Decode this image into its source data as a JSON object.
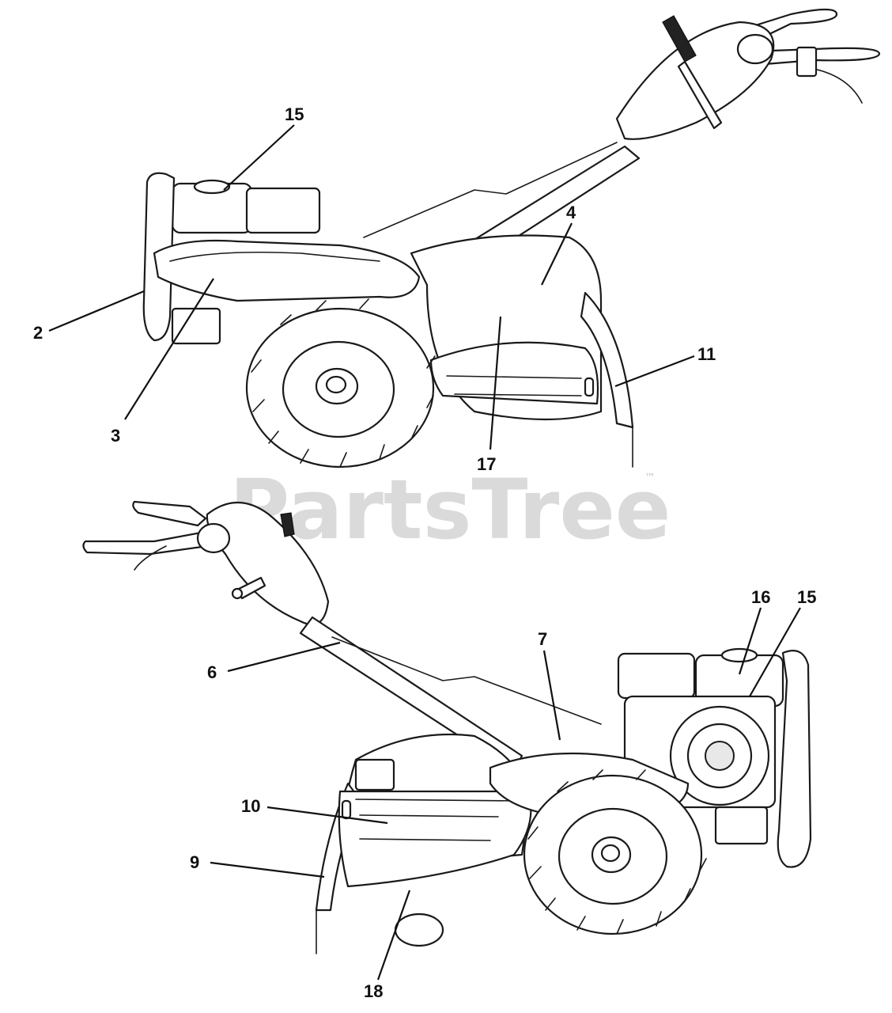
{
  "watermark": {
    "brand": "PartsTree",
    "trademark": "™"
  },
  "callouts": {
    "top": {
      "c15": "15",
      "c2": "2",
      "c3": "3",
      "c4": "4",
      "c11": "11",
      "c17": "17"
    },
    "bottom": {
      "c16": "16",
      "c15": "15",
      "c6": "6",
      "c7": "7",
      "c10": "10",
      "c9": "9",
      "c18": "18"
    }
  }
}
